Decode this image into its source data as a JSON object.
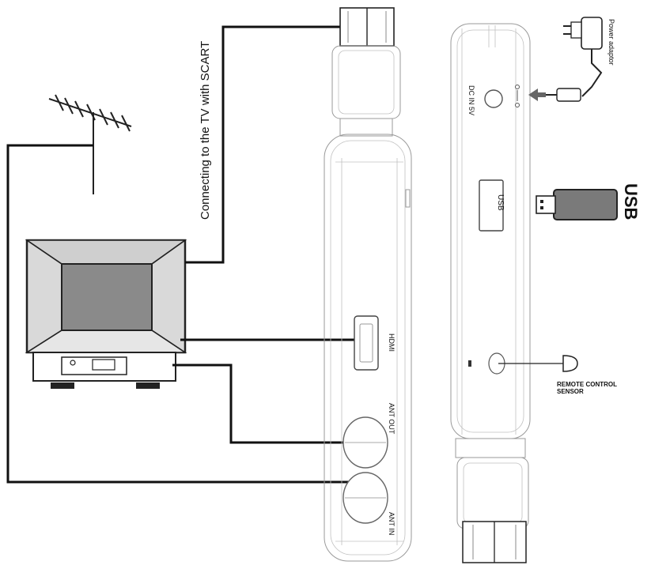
{
  "labels": {
    "scart": "Connecting to the TV with SCART",
    "power_adaptor": "Power adaptor",
    "usb_big": "USB",
    "usb_port": "USB",
    "dc_in": "DC IN 5V",
    "hdmi": "HDMI",
    "ant_out": "ANT OUT",
    "ant_in": "ANT IN",
    "remote_line1": "REMOTE CONTROL",
    "remote_line2": "SENSOR"
  },
  "colors": {
    "wire": "#111111",
    "tv_frame": "#d9d9d9",
    "tv_screen": "#8a8a8a",
    "usb_body": "#7a7a7a",
    "outline": "#9a9a9a"
  }
}
